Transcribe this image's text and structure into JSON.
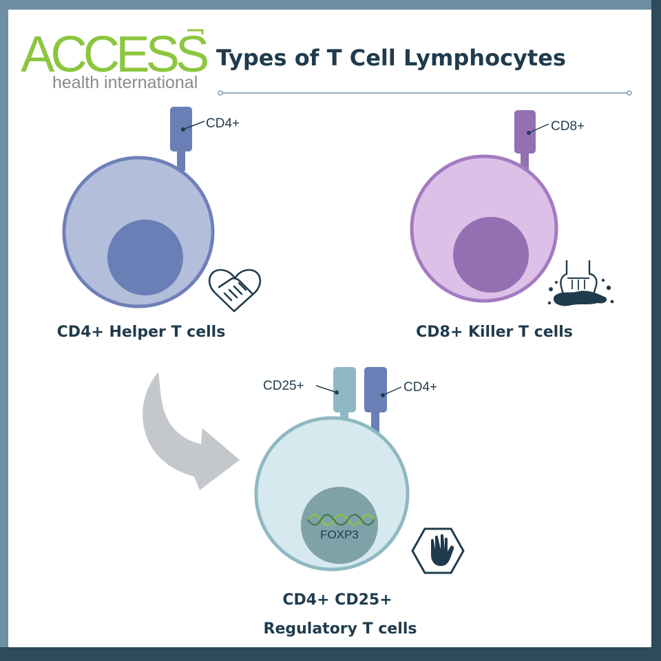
{
  "logo": {
    "wordmark": "ACCESS",
    "tagline": "health international"
  },
  "title": "Types of T Cell Lymphocytes",
  "cells": {
    "helper": {
      "marker": "CD4+",
      "label": "CD4+ Helper T cells"
    },
    "killer": {
      "marker": "CD8+",
      "label": "CD8+ Killer T cells"
    },
    "regulatory": {
      "marker_left": "CD25+",
      "marker_right": "CD4+",
      "gene": "FOXP3",
      "label_line1": "CD4+ CD25+",
      "label_line2": "Regulatory T cells"
    }
  },
  "colors": {
    "frame": "#6e8ea3",
    "frame_dark": "#2e4a5b",
    "title": "#1f3b4d",
    "logo_green": "#8cc63f",
    "logo_gray": "#8a8a8a",
    "helper_membrane": "#6f80b8",
    "helper_fill": "#b3bedb",
    "helper_nucleus": "#6a7fb5",
    "killer_membrane": "#a37bc0",
    "killer_fill": "#dcc0e8",
    "killer_nucleus": "#9470b3",
    "treg_membrane": "#8fb9c2",
    "treg_fill": "#d6e9ee",
    "treg_nucleus": "#7fa2a8",
    "arrow": "#c4c8cc"
  },
  "icons": {
    "helper": "handshake-icon",
    "killer": "fist-smash-icon",
    "regulatory": "stop-hand-icon",
    "transition": "curved-arrow-icon"
  }
}
